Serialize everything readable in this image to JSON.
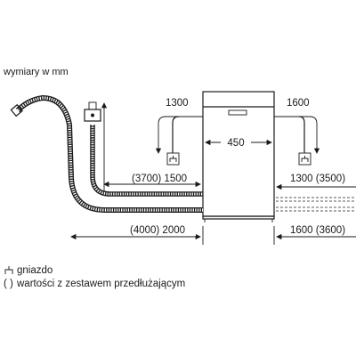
{
  "header": {
    "units_label": "wymiary w mm"
  },
  "dimensions": {
    "top_left": "1300",
    "top_right": "1600",
    "width": "450",
    "mid_left": "(3700) 1500",
    "mid_right": "1300 (3500)",
    "bottom_left": "(4000) 2000",
    "bottom_right": "1600 (3600)"
  },
  "legend": {
    "socket_label": "gniazdo",
    "paren_symbol": "( )",
    "paren_label": "wartości z zestawem przedłużającym"
  }
}
